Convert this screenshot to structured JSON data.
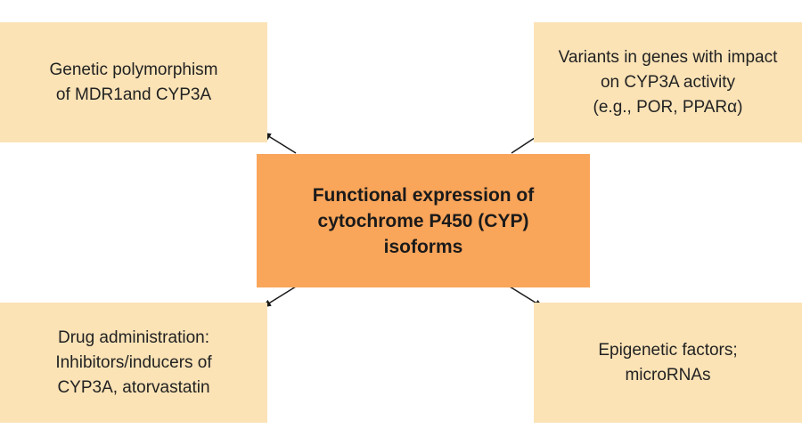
{
  "center": {
    "lines": [
      "Functional expression of",
      "cytochrome P450 (CYP)",
      "isoforms"
    ]
  },
  "top_left": {
    "lines": [
      "Genetic polymorphism",
      "of MDR1and CYP3A"
    ]
  },
  "top_right": {
    "lines": [
      "Variants  in  genes  with impact",
      "on  CYP3A  activity",
      "(e.g., POR, PPARα)"
    ]
  },
  "bottom_left": {
    "lines": [
      "Drug administration:",
      "Inhibitors/inducers of",
      "CYP3A, atorvastatin"
    ]
  },
  "bottom_right": {
    "lines": [
      "Epigenetic factors;",
      "microRNAs"
    ]
  },
  "colors": {
    "center_fill": "#f9a55a",
    "side_fill": "#fbe3b6",
    "arrow": "#1a1a1a"
  }
}
